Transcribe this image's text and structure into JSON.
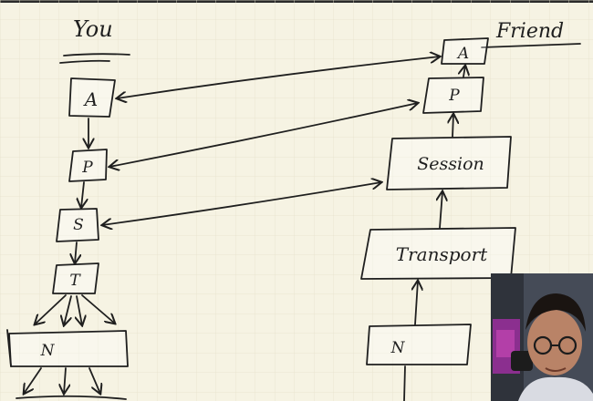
{
  "headers": {
    "left": "You",
    "right": "Friend"
  },
  "left_stack": {
    "a": "A",
    "p": "P",
    "s": "S",
    "t": "T",
    "n": "N"
  },
  "right_stack": {
    "a": "A",
    "p": "P",
    "session": "Session",
    "transport": "Transport",
    "n": "N"
  }
}
